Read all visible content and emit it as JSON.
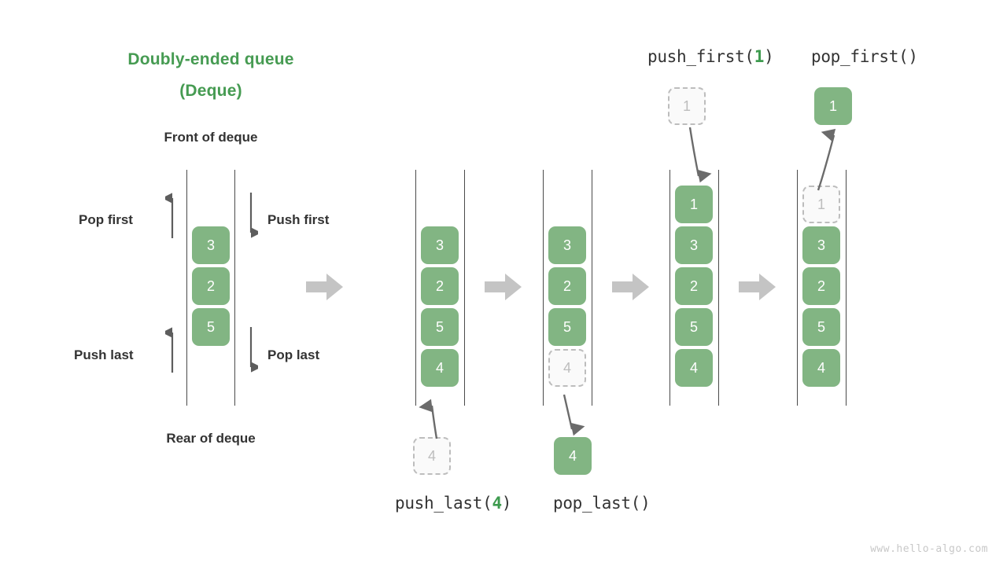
{
  "title": {
    "line1": "Doubly-ended queue",
    "line2": "(Deque)",
    "color": "#469B52"
  },
  "captions": {
    "front": "Front of deque",
    "rear": "Rear of deque"
  },
  "operation_labels": {
    "pop_first": "Pop first",
    "push_first": "Push first",
    "push_last": "Push last",
    "pop_last": "Pop last"
  },
  "code_labels": {
    "push_last": {
      "prefix": "push_last(",
      "arg": "4",
      "suffix": ")"
    },
    "pop_last": {
      "prefix": "pop_last()",
      "arg": "",
      "suffix": ""
    },
    "push_first": {
      "prefix": "push_first(",
      "arg": "1",
      "suffix": ")"
    },
    "pop_first": {
      "prefix": "pop_first()",
      "arg": "",
      "suffix": ""
    }
  },
  "colors": {
    "cell_solid": "#82B583",
    "cell_ghost_fill": "#FAFAFA",
    "cell_ghost_border": "#BDBDBD",
    "arrow_gray": "#C4C4C4",
    "connector": "#6b6b6b",
    "rail": "#4a4a4a",
    "accent_green": "#3E9B4F",
    "text": "#333333"
  },
  "states": [
    {
      "name": "initial",
      "cells": [
        {
          "v": "3",
          "ghost": false
        },
        {
          "v": "2",
          "ghost": false
        },
        {
          "v": "5",
          "ghost": false
        }
      ]
    },
    {
      "name": "after-push-last",
      "cells": [
        {
          "v": "3",
          "ghost": false
        },
        {
          "v": "2",
          "ghost": false
        },
        {
          "v": "5",
          "ghost": false
        },
        {
          "v": "4",
          "ghost": false
        }
      ]
    },
    {
      "name": "after-pop-last",
      "cells": [
        {
          "v": "3",
          "ghost": false
        },
        {
          "v": "2",
          "ghost": false
        },
        {
          "v": "5",
          "ghost": false
        },
        {
          "v": "4",
          "ghost": true
        }
      ]
    },
    {
      "name": "after-push-first",
      "cells": [
        {
          "v": "1",
          "ghost": false
        },
        {
          "v": "3",
          "ghost": false
        },
        {
          "v": "2",
          "ghost": false
        },
        {
          "v": "5",
          "ghost": false
        },
        {
          "v": "4",
          "ghost": false
        }
      ]
    },
    {
      "name": "after-pop-first",
      "cells": [
        {
          "v": "1",
          "ghost": true
        },
        {
          "v": "3",
          "ghost": false
        },
        {
          "v": "2",
          "ghost": false
        },
        {
          "v": "5",
          "ghost": false
        },
        {
          "v": "4",
          "ghost": false
        }
      ]
    }
  ],
  "floating_cells": {
    "push_last_source": {
      "v": "4",
      "ghost": true
    },
    "pop_last_result": {
      "v": "4",
      "ghost": false
    },
    "push_first_source": {
      "v": "1",
      "ghost": true
    },
    "pop_first_result": {
      "v": "1",
      "ghost": false
    }
  },
  "watermark": "www.hello-algo.com"
}
